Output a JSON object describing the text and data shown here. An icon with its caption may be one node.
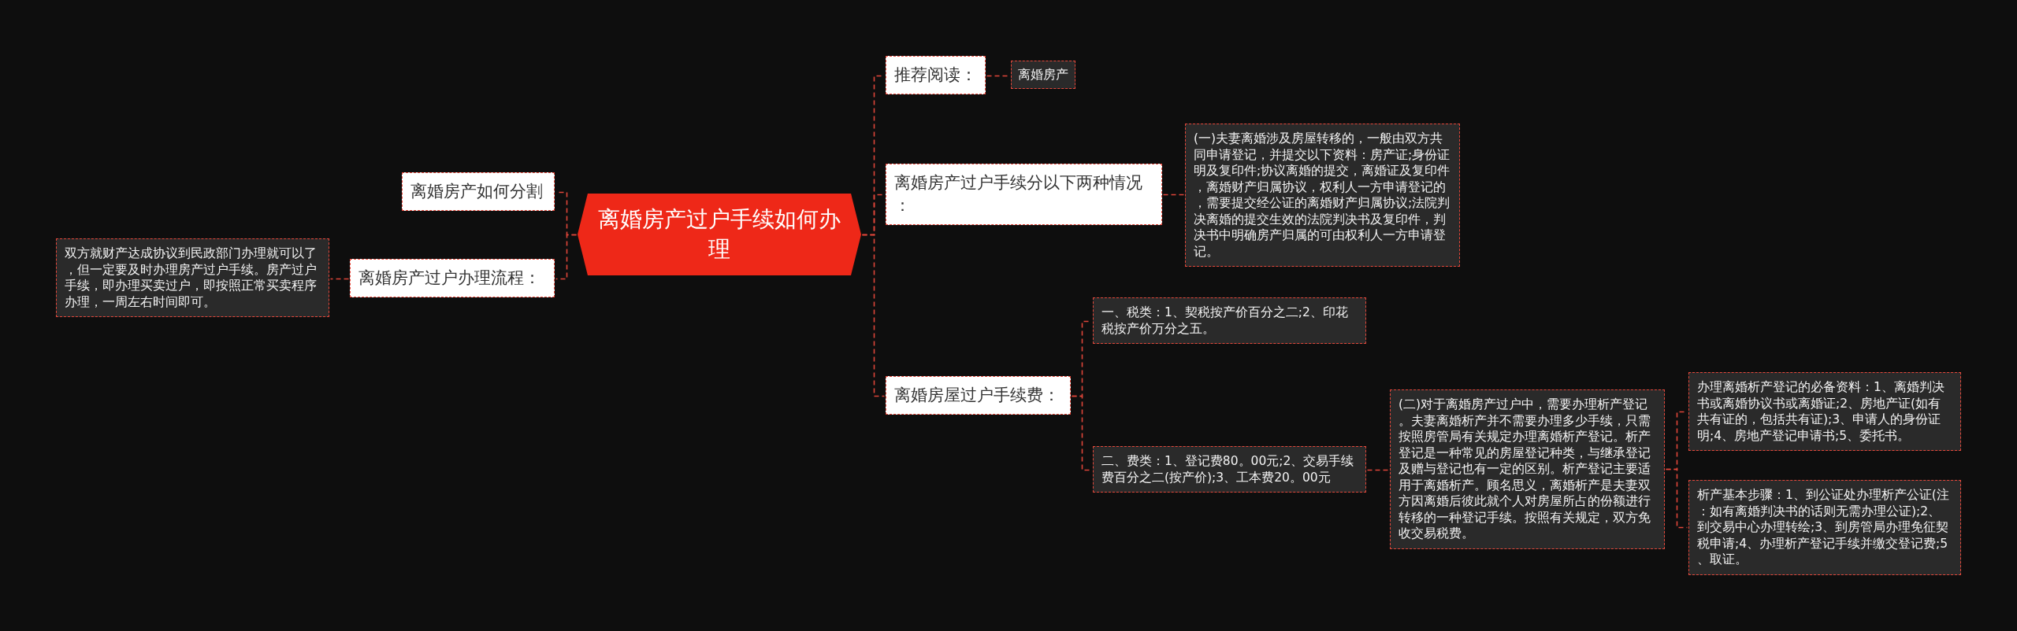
{
  "diagram": {
    "nodes": [
      {
        "text": [
          "离婚房产过户手续如何办理"
        ]
      },
      {
        "text": [
          "离婚房产如何分割"
        ]
      },
      {
        "text": [
          "离婚房产过户办理流程："
        ]
      },
      {
        "text": [
          "双方就财产达成协议到民政部门办理就可以了，但一定要及时办理房产过户手续。房产过户手续，即办理买卖过户，即按照正常买卖程序办理，一周左右时间即可。"
        ]
      },
      {
        "text": [
          "推荐阅读："
        ]
      },
      {
        "text": [
          "离婚房产"
        ]
      },
      {
        "text": [
          "离婚房产过户手续分以下两种情况："
        ]
      },
      {
        "text": [
          "(一)夫妻离婚涉及房屋转移的，一般由双方共同申请登记，并提交以下资料：房产证;身份证明及复印件;协议离婚的提交，离婚证及复印件，离婚财产归属协议，权利人一方申请登记的，需要提交经公证的离婚财产归属协议;法院判决离婚的提交生效的法院判决书及复印件，判决书中明确房产归属的可由权利人一方申请登记。"
        ]
      },
      {
        "text": [
          "离婚房屋过户手续费："
        ]
      },
      {
        "text": [
          "一、税类：1、契税按产价百分之二;2、印花税按产价万分之五。"
        ]
      },
      {
        "text": [
          "二、费类：1、登记费80。00元;2、交易手续费百分之二(按产价);3、工本费20。00元"
        ]
      },
      {
        "text": [
          "(二)对于离婚房产过户中，需要办理析产登记。夫妻离婚析产并不需要办理多少手续，只需按照房管局有关规定办理离婚析产登记。析产登记是一种常见的房屋登记种类，与继承登记及赠与登记也有一定的区别。析产登记主要适用于离婚析产。顾名思义，离婚析产是夫妻双方因离婚后彼此就个人对房屋所占的份额进行转移的一种登记手续。按照有关规定，双方免收交易税费。"
        ]
      },
      {
        "text": [
          "办理离婚析产登记的必备资料：1、离婚判决书或离婚协议书或离婚证;2、房地产证(如有共有证的，包括共有证);3、申请人的身份证明;4、房地产登记申请书;5、委托书。"
        ]
      },
      {
        "text": [
          "析产基本步骤：1、到公证处办理析产公证(注：如有离婚判决书的话则无需办理公证);2、到交易中心办理转绘;3、到房管局办理免征契税申请;4、办理析产登记手续并缴交登记费;5、取证。"
        ]
      }
    ],
    "edges": [
      {
        "from": 0,
        "to": 1,
        "arrow": "none",
        "style": "dashed"
      },
      {
        "from": 0,
        "to": 2,
        "arrow": "none",
        "style": "dashed"
      },
      {
        "from": 2,
        "to": 3,
        "arrow": "none",
        "style": "dashed"
      },
      {
        "from": 0,
        "to": 4,
        "arrow": "none",
        "style": "dashed"
      },
      {
        "from": 4,
        "to": 5,
        "arrow": "none",
        "style": "dashed"
      },
      {
        "from": 0,
        "to": 6,
        "arrow": "none",
        "style": "dashed"
      },
      {
        "from": 6,
        "to": 7,
        "arrow": "none",
        "style": "dashed"
      },
      {
        "from": 0,
        "to": 8,
        "arrow": "none",
        "style": "dashed"
      },
      {
        "from": 8,
        "to": 9,
        "arrow": "none",
        "style": "dashed"
      },
      {
        "from": 8,
        "to": 10,
        "arrow": "none",
        "style": "dashed"
      },
      {
        "from": 10,
        "to": 11,
        "arrow": "none",
        "style": "dashed"
      },
      {
        "from": 11,
        "to": 12,
        "arrow": "none",
        "style": "dashed"
      },
      {
        "from": 11,
        "to": 13,
        "arrow": "none",
        "style": "dashed"
      }
    ]
  }
}
